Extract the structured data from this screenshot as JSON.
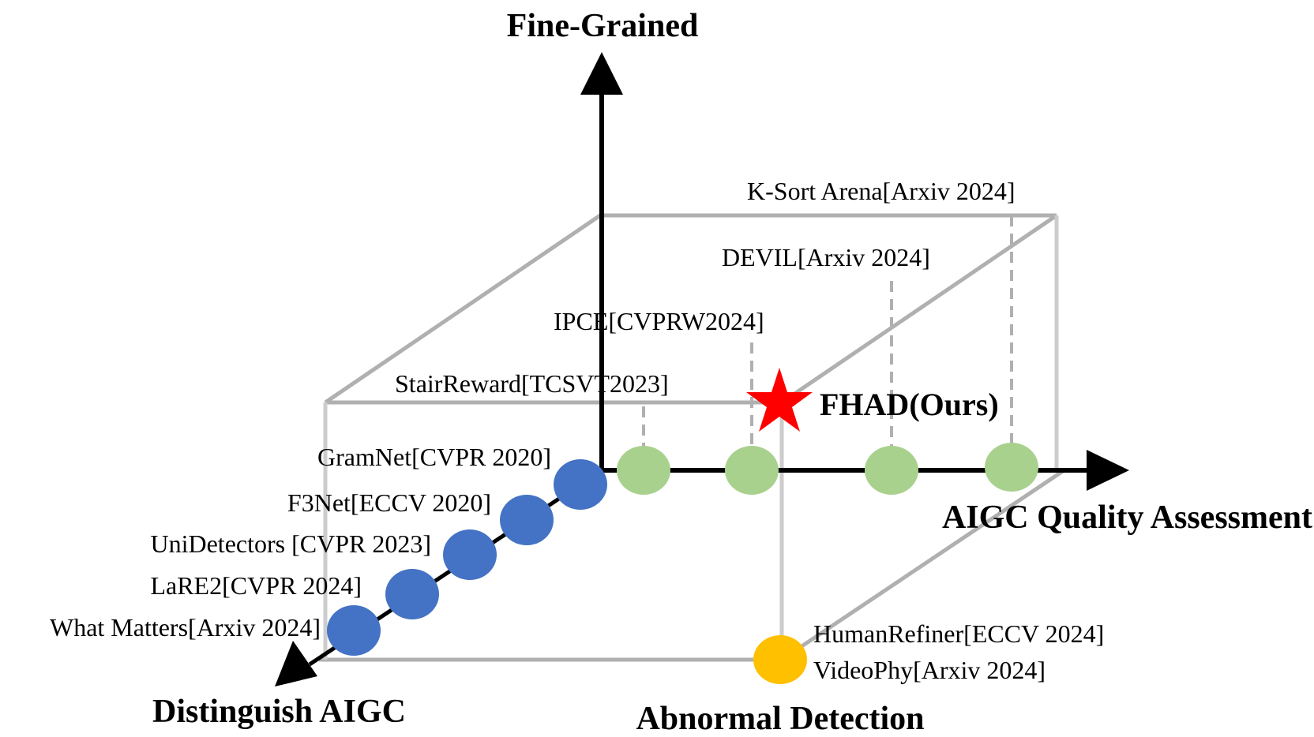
{
  "axes": {
    "vertical": "Fine-Grained",
    "horizontal": "AIGC Quality Assessment",
    "diagonal": "Distinguish AIGC",
    "depth": "Abnormal Detection"
  },
  "ours": {
    "label": "FHAD(Ours)",
    "color": "#ff0000"
  },
  "colors": {
    "distinguish": "#4472c4",
    "quality": "#a9d18e",
    "abnormal": "#ffc000",
    "box": "#b0b0b0",
    "axis": "#000000"
  },
  "distinguish_methods": [
    "GramNet[CVPR 2020]",
    "F3Net[ECCV 2020]",
    "UniDetectors [CVPR 2023]",
    "LaRE2[CVPR 2024]",
    "What Matters[Arxiv 2024]"
  ],
  "quality_methods": [
    "StairReward[TCSVT2023]",
    "IPCE[CVPRW2024]",
    "DEVIL[Arxiv 2024]",
    "K-Sort Arena[Arxiv 2024]"
  ],
  "abnormal_methods": [
    "HumanRefiner[ECCV 2024]",
    "VideoPhy[Arxiv 2024]"
  ]
}
